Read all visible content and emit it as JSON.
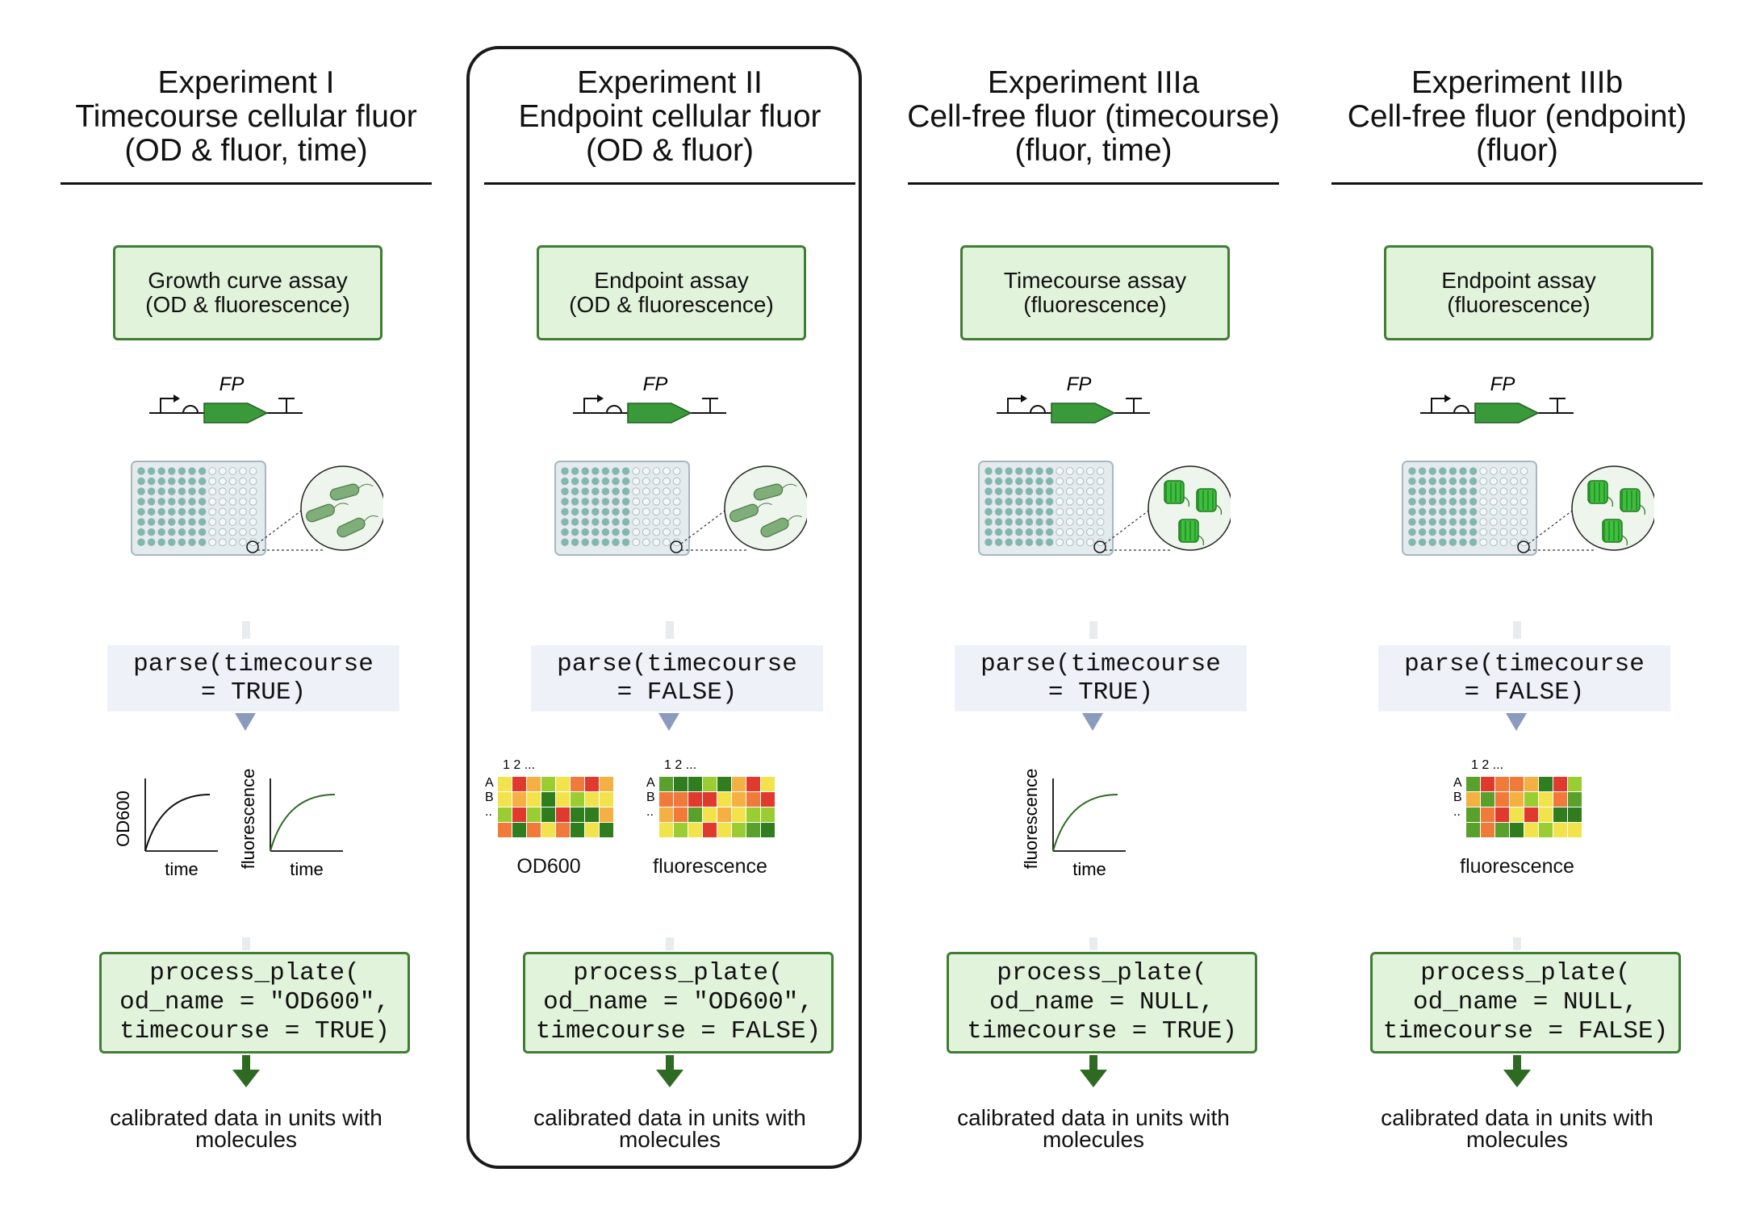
{
  "columns": [
    {
      "title": [
        "Experiment I",
        "Timecourse cellular fluor",
        "(OD & fluor, time)"
      ],
      "assay": [
        "Growth curve assay",
        "(OD & fluorescence)"
      ],
      "gene_label": "FP",
      "contents": "cells",
      "parse": [
        "parse(timecourse",
        "= TRUE)"
      ],
      "outputs": "curves",
      "curves": [
        {
          "ylabel": "OD600",
          "xlabel": "time"
        },
        {
          "ylabel": "fluorescence",
          "xlabel": "time"
        }
      ],
      "process": [
        "process_plate(",
        "od_name = \"OD600\",",
        "timecourse = TRUE)"
      ],
      "result": [
        "calibrated data in units with",
        "molecules"
      ]
    },
    {
      "title": [
        "Experiment II",
        "Endpoint cellular fluor",
        "(OD & fluor)"
      ],
      "assay": [
        "Endpoint assay",
        "(OD & fluorescence)"
      ],
      "gene_label": "FP",
      "contents": "cells",
      "parse": [
        "parse(timecourse",
        "= FALSE)"
      ],
      "outputs": "heatmaps",
      "heatmaps": [
        {
          "caption": "OD600",
          "cols_label": "1 2 ...",
          "rows_label": [
            "A",
            "B",
            ".."
          ]
        },
        {
          "caption": "fluorescence",
          "cols_label": "1 2 ...",
          "rows_label": [
            "A",
            "B",
            ".."
          ]
        }
      ],
      "process": [
        "process_plate(",
        "od_name = \"OD600\",",
        "timecourse = FALSE)"
      ],
      "result": [
        "calibrated data in units with",
        "molecules"
      ]
    },
    {
      "title": [
        "Experiment IIIa",
        "Cell-free fluor (timecourse)",
        "(fluor, time)"
      ],
      "assay": [
        "Timecourse assay",
        "(fluorescence)"
      ],
      "gene_label": "FP",
      "contents": "proteins",
      "parse": [
        "parse(timecourse",
        "= TRUE)"
      ],
      "outputs": "curves",
      "curves": [
        {
          "ylabel": "fluorescence",
          "xlabel": "time"
        }
      ],
      "process": [
        "process_plate(",
        "od_name = NULL,",
        "timecourse = TRUE)"
      ],
      "result": [
        "calibrated data in units with",
        "molecules"
      ]
    },
    {
      "title": [
        "Experiment IIIb",
        "Cell-free fluor (endpoint)",
        "(fluor)"
      ],
      "assay": [
        "Endpoint assay",
        "(fluorescence)"
      ],
      "gene_label": "FP",
      "contents": "proteins",
      "parse": [
        "parse(timecourse",
        "= FALSE)"
      ],
      "outputs": "heatmaps",
      "heatmaps": [
        {
          "caption": "fluorescence",
          "cols_label": "1 2 ...",
          "rows_label": [
            "A",
            "B",
            ".."
          ]
        }
      ],
      "process": [
        "process_plate(",
        "od_name = NULL,",
        "timecourse = FALSE)"
      ],
      "result": [
        "calibrated data in units with",
        "molecules"
      ]
    }
  ],
  "highlighted_column": 1,
  "colors": {
    "box_fill": "#e2f3dc",
    "box_border": "#3f7d33",
    "parse_fill": "#eef2f8",
    "parse_arrow": "#8a9bbd",
    "output_arrow": "#2f6a23",
    "gene_fill": "#3a9a3a",
    "curve_od": "#111111",
    "curve_fluor": "#2e6b22",
    "heatmap_palette": [
      "#2f7d1f",
      "#5aa02c",
      "#9acd32",
      "#f2e34c",
      "#f4b042",
      "#f07a3a",
      "#e03a2e"
    ]
  }
}
